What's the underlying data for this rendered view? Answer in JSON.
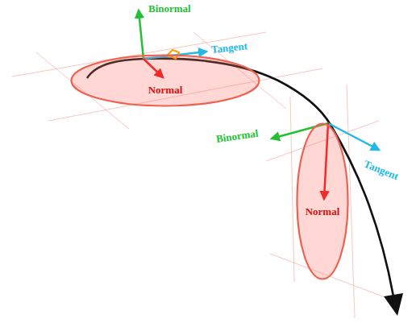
{
  "diagram": {
    "nodes": [
      {
        "text": [
          "Normal"
        ]
      },
      {
        "text": [
          "Normal"
        ]
      }
    ],
    "labels": [
      "Binormal",
      "Tangent",
      "Binormal",
      "Tangent"
    ]
  }
}
